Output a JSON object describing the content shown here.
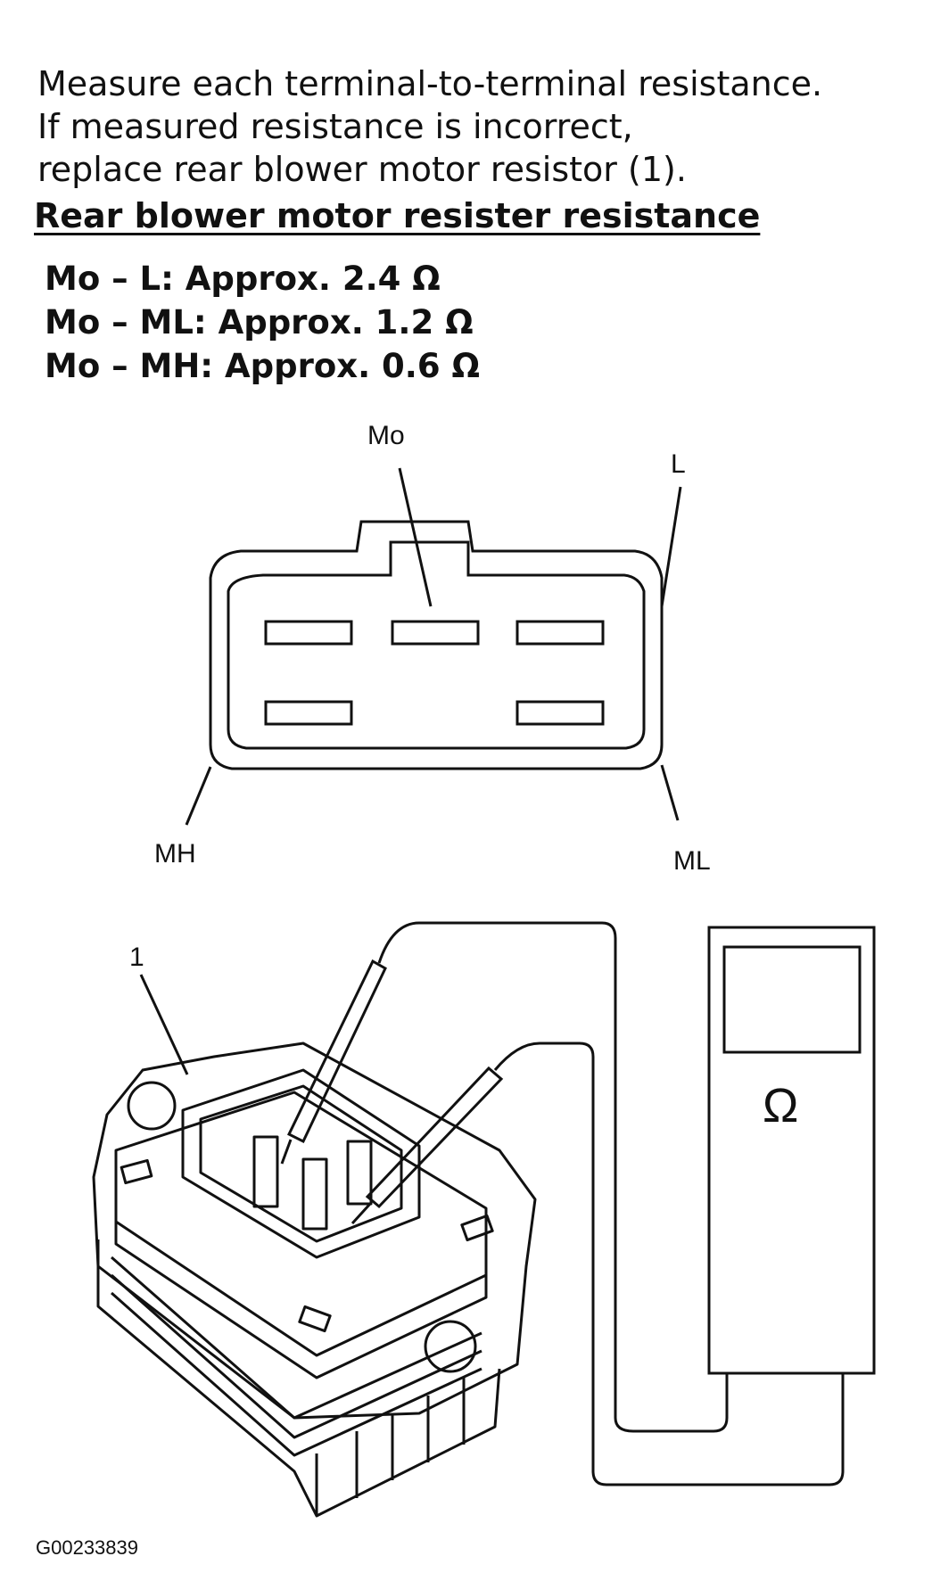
{
  "instructions": [
    "Measure each terminal-to-terminal resistance.",
    "If measured resistance is incorrect,",
    "replace rear blower motor resistor (1)."
  ],
  "heading": "Rear blower motor resister resistance",
  "specs": [
    "Mo – L: Approx. 2.4 Ω",
    "Mo – ML: Approx. 1.2 Ω",
    "Mo – MH: Approx. 0.6 Ω"
  ],
  "connector_labels": {
    "mo": "Mo",
    "l": "L",
    "mh": "MH",
    "ml": "ML"
  },
  "component_callout": "1",
  "meter_symbol": "Ω",
  "figure_id": "G00233839"
}
